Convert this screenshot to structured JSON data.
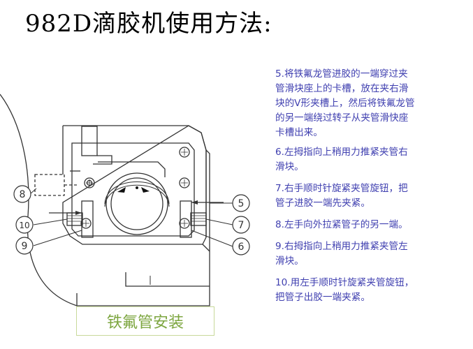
{
  "title": "982D滴胶机使用方法:",
  "caption": "铁氟管安装",
  "callouts": [
    "8",
    "10",
    "9",
    "5",
    "7",
    "6"
  ],
  "steps": [
    {
      "lines": [
        "5.将铁氟龙管进胶的一端穿过夹",
        "管滑块座上的卡槽，放在夹右滑",
        "块的V形夹槽上，然后将铁氟龙管",
        "的另一端绕过转子从夹管滑快座",
        "卡槽出来。"
      ]
    },
    {
      "lines": [
        "6.左拇指向上稍用力推紧夹管右",
        "滑块。"
      ]
    },
    {
      "lines": [
        "7.右手顺时针旋紧夹管旋钮，把",
        "管子进胶一端先夹紧。"
      ]
    },
    {
      "lines": [
        "8.左手向外拉紧管子的另一端。"
      ]
    },
    {
      "lines": [
        "9.右拇指向上稍用力推紧夹管左",
        "滑块。"
      ]
    },
    {
      "lines": [
        "10.用左手顺时针旋紧夹管旋钮，",
        "把管子出胶一端夹紧。"
      ]
    }
  ],
  "colors": {
    "steps_text": "#4040b0",
    "caption_text": "#7da640",
    "caption_border": "#c8d99a",
    "line_art": "#333333"
  }
}
